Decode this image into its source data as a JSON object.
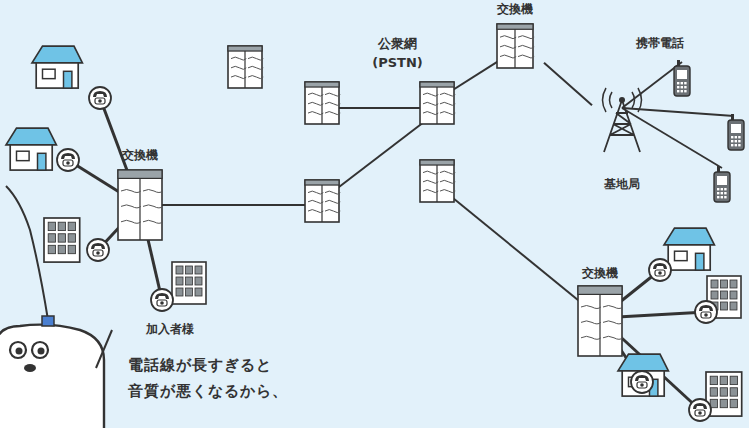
{
  "diagram": {
    "nodes": [
      {
        "text": [
          "公衆網 (PSTN)"
        ]
      },
      {
        "text": [
          "交換機"
        ],
        "in": 0
      },
      {
        "text": [
          "基地局"
        ]
      },
      {
        "text": [
          "交換機"
        ]
      },
      {
        "text": [
          "交換機"
        ]
      }
    ],
    "edges": [
      {
        "from": 1,
        "to": 2,
        "arrow": "none"
      }
    ],
    "labels": [
      "携帯電話",
      "加入者様",
      "電話線が長すぎると 音質が悪くなるから、"
    ]
  }
}
